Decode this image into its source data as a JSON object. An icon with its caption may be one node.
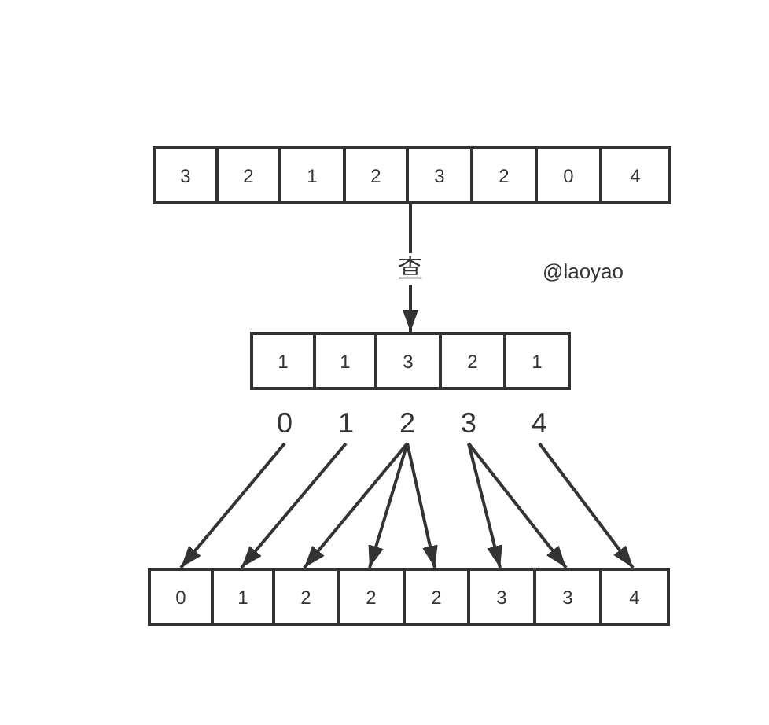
{
  "diagram": {
    "nodes": [
      {
        "text": [],
        "shape": "box"
      },
      {
        "text": [
          "3"
        ],
        "in": 0
      },
      {
        "text": [
          "2"
        ],
        "in": 0
      },
      {
        "text": [
          "1"
        ],
        "in": 0
      },
      {
        "text": [
          "2"
        ],
        "in": 0
      },
      {
        "text": [
          "3"
        ],
        "in": 0
      },
      {
        "text": [
          "2"
        ],
        "in": 0
      },
      {
        "text": [
          "0"
        ],
        "in": 0
      },
      {
        "text": [
          "4"
        ],
        "in": 0
      },
      {
        "text": [],
        "shape": "box"
      },
      {
        "text": [
          "1"
        ],
        "in": 9
      },
      {
        "text": [
          "1"
        ],
        "in": 9
      },
      {
        "text": [
          "3"
        ],
        "in": 9
      },
      {
        "text": [
          "2"
        ],
        "in": 9
      },
      {
        "text": [
          "1"
        ],
        "in": 9
      },
      {
        "text": [
          "0"
        ]
      },
      {
        "text": [
          "1"
        ]
      },
      {
        "text": [
          "2"
        ]
      },
      {
        "text": [
          "3"
        ]
      },
      {
        "text": [
          "4"
        ]
      },
      {
        "text": [],
        "shape": "box"
      },
      {
        "text": [
          "0"
        ],
        "in": 20
      },
      {
        "text": [
          "1"
        ],
        "in": 20
      },
      {
        "text": [
          "2"
        ],
        "in": 20
      },
      {
        "text": [
          "2"
        ],
        "in": 20
      },
      {
        "text": [
          "2"
        ],
        "in": 20
      },
      {
        "text": [
          "3"
        ],
        "in": 20
      },
      {
        "text": [
          "3"
        ],
        "in": 20
      },
      {
        "text": [
          "4"
        ],
        "in": 20
      }
    ],
    "edges": [
      {
        "from": 0,
        "to": 9,
        "arrow": "to",
        "label": "查"
      },
      {
        "from": 15,
        "to": 21,
        "arrow": "to"
      },
      {
        "from": 16,
        "to": 22,
        "arrow": "to"
      },
      {
        "from": 17,
        "to": 23,
        "arrow": "to"
      },
      {
        "from": 17,
        "to": 24,
        "arrow": "to"
      },
      {
        "from": 17,
        "to": 25,
        "arrow": "to"
      },
      {
        "from": 18,
        "to": 26,
        "arrow": "to"
      },
      {
        "from": 18,
        "to": 27,
        "arrow": "to"
      },
      {
        "from": 19,
        "to": 28,
        "arrow": "to"
      }
    ],
    "labels": [
      "@laoyao"
    ]
  }
}
